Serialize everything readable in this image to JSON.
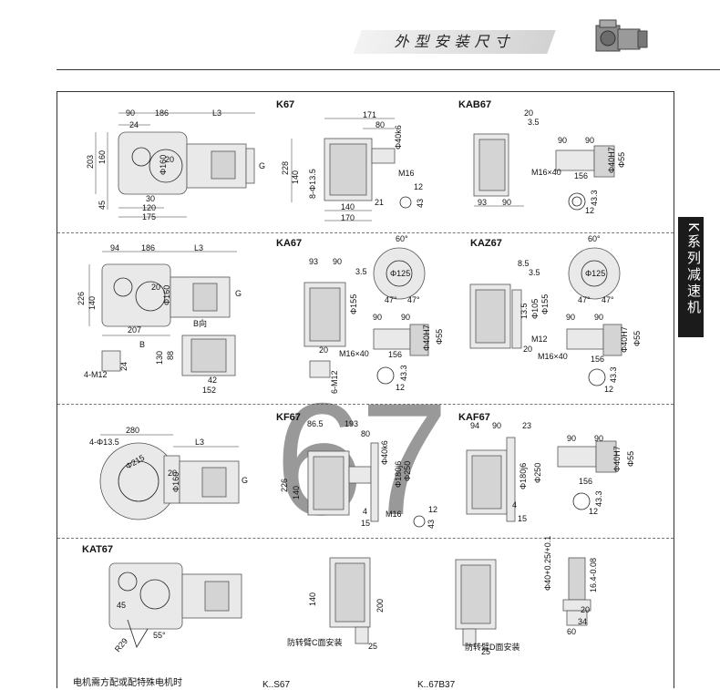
{
  "header": {
    "title": "外型安装尺寸"
  },
  "side_tab": {
    "label": "K系列减速机"
  },
  "watermark": "67",
  "sections": {
    "k67": "K67",
    "kab67": "KAB67",
    "ka67": "KA67",
    "kaz67": "KAZ67",
    "kf67": "KF67",
    "kaf67": "KAF67",
    "kat67": "KAT67"
  },
  "dims": {
    "d90": "90",
    "d186": "186",
    "dL3": "L3",
    "d24": "24",
    "d203": "203",
    "d160": "160",
    "d45": "45",
    "d30": "30",
    "d120": "120",
    "d175": "175",
    "dphi160": "Φ160",
    "d20": "20",
    "dG": "G",
    "d171": "171",
    "d80": "80",
    "dphi40k6": "Φ40k6",
    "d228": "228",
    "d140": "140",
    "d8phi": "8-Φ13.5",
    "dM16": "M16",
    "d21": "21",
    "d170": "170",
    "d12": "12",
    "d43": "43",
    "d3_5": "3.5",
    "d93": "93",
    "dM16x40": "M16×40",
    "d156": "156",
    "dphi40H7": "Φ40H7",
    "dphi55": "Φ55",
    "d43_3": "43.3",
    "d94": "94",
    "d226": "226",
    "d207": "207",
    "dBdir": "B向",
    "dB": "B",
    "d4M12": "4-M12",
    "d88": "88",
    "d130": "130",
    "d42": "42",
    "d152": "152",
    "d6M12": "6-M12",
    "d60deg": "60°",
    "d47deg": "47°",
    "dphi125": "Φ125",
    "dphi155": "Φ155",
    "d8_5": "8.5",
    "dM12": "M12",
    "d13_5": "13.5",
    "d105": "Φ105",
    "d280": "280",
    "d4phi13_5": "4-Φ13.5",
    "dphi215": "Φ215",
    "d86_5": "86.5",
    "d193": "193",
    "dphi180j6": "Φ180j6",
    "dphi250": "Φ250",
    "d4": "4",
    "d15": "15",
    "d23": "23",
    "d200": "200",
    "d25": "25",
    "d55deg": "55°",
    "dR29": "R29",
    "d34": "34",
    "d60": "60",
    "dtol": "Φ40+0.25/+0.1",
    "d16_4": "16.4-0.08"
  },
  "captions": {
    "armC": "防转臂C面安装",
    "armD": "防转臂D面安装"
  },
  "footer": {
    "note": "电机需方配或配特殊电机时",
    "s67": "K..S67",
    "b37": "K..67B37"
  }
}
